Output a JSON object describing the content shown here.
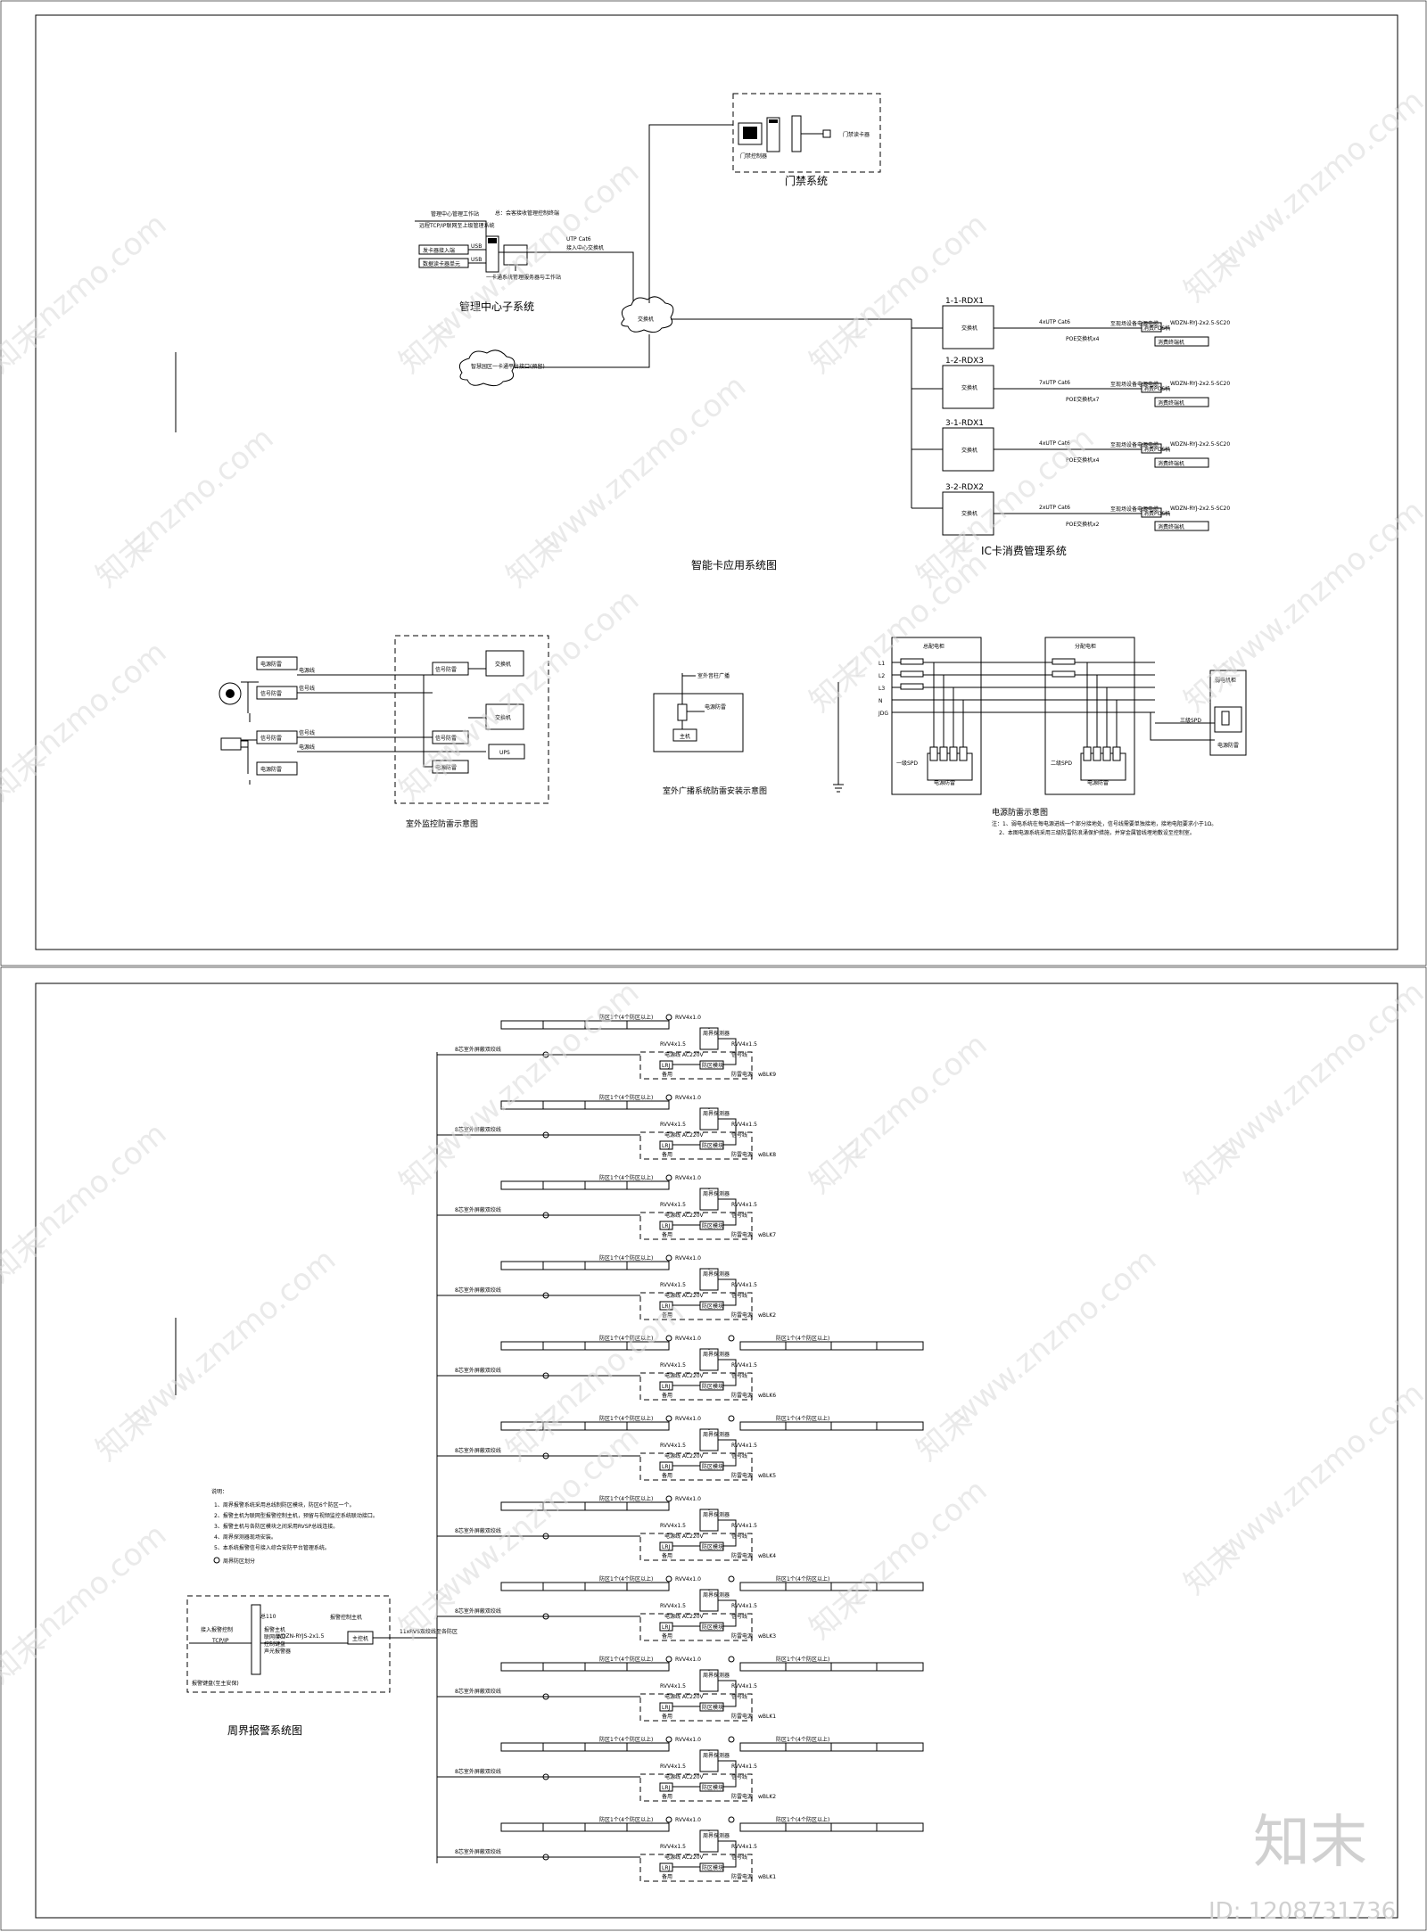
{
  "sheet1": {
    "access_control": {
      "title": "门禁系统",
      "controller_label": "门禁控制器",
      "reader_label": "门禁读卡器"
    },
    "management": {
      "title": "管理中心子系统",
      "inputs": [
        "管理中心管理工作站",
        "远程TCP/IP联网至上级管理系统",
        "发卡器接入端",
        "数据读卡器单元"
      ],
      "usb": [
        "USB",
        "USB"
      ],
      "server_note": "总：会客接收管理控制终端",
      "screen_note": "一卡通系统管理服务器与工作站",
      "link": "UTP Cat6",
      "link_note": "接入中心交换机"
    },
    "switch_label": "交换机",
    "cloud_label": "智慧园区一卡通平台接口(预留)",
    "ic_system": {
      "title": "IC卡消费管理系统",
      "nodes": [
        {
          "id": "1-1-RDX1",
          "switch": "交换机",
          "link": "4xUTP Cat6",
          "poe": "POE交换机x4",
          "terminal": "消费POS机",
          "spec": "WDZN-RYJ-2x2.5-SC20",
          "cable": "至现场设备电源电缆",
          "device": "消费终端机"
        },
        {
          "id": "1-2-RDX3",
          "switch": "交换机",
          "link": "7xUTP Cat6",
          "poe": "POE交换机x7",
          "terminal": "消费POS机",
          "spec": "WDZN-RYJ-2x2.5-SC20",
          "cable": "至现场设备电源电缆",
          "device": "消费终端机"
        },
        {
          "id": "3-1-RDX1",
          "switch": "交换机",
          "link": "4xUTP Cat6",
          "poe": "POE交换机x4",
          "terminal": "消费POS机",
          "spec": "WDZN-RYJ-2x2.5-SC20",
          "cable": "至现场设备电源电缆",
          "device": "消费终端机"
        },
        {
          "id": "3-2-RDX2",
          "switch": "交换机",
          "link": "2xUTP Cat6",
          "poe": "POE交换机x2",
          "terminal": "消费POS机",
          "spec": "WDZN-RYJ-2x2.5-SC20",
          "cable": "至现场设备电源电缆",
          "device": "消费终端机"
        }
      ]
    },
    "main_title": "智能卡应用系统图",
    "surveillance": {
      "title": "室外监控防雷示意图",
      "boxes": [
        "电源防雷",
        "信号防雷",
        "信号防雷",
        "电源防雷"
      ],
      "lines": [
        "电源线",
        "信号线",
        "信号线",
        "电源线"
      ],
      "inner": [
        "信号防雷",
        "信号防雷",
        "电源防雷"
      ],
      "devices": [
        "交换机",
        "交换机",
        "UPS"
      ]
    },
    "broadcast": {
      "title": "室外广播系统防雷安装示意图",
      "speaker": "室外音柱广播",
      "spd": "电源防雷",
      "host": "主机"
    },
    "power": {
      "title": "电源防雷示意图",
      "notes": [
        "注：1、弱电系统在每电源进线一个部分接地处，信号线需要单独接地，接地电阻要求小于1Ω。",
        "2、本图电源系统采用三级防雷防浪涌保护措施，并穿金属管线埋地敷设至控制室。"
      ],
      "lines": [
        "L1",
        "L2",
        "L3",
        "N",
        "JDG"
      ],
      "main_cabinet": "总配电柜",
      "sub_cabinet": "分配电柜",
      "weak_cabinet": "弱电机柜",
      "spd1": "一级SPD",
      "spd2": "二级SPD",
      "spd3": "三级SPD",
      "spd_box": "电源防雷"
    }
  },
  "sheet2": {
    "title": "周界报警系统图",
    "trunk": "11xRVS双绞线至各防区",
    "branch": "8芯室外屏蔽双绞线",
    "notes_title": "说明：",
    "notes": [
      "1、周界报警系统采用总线制防区模块，防区6个防区一个。",
      "2、报警主机为联网型报警控制主机，预留与视频监控系统联动接口。",
      "3、报警主机与各防区模块之间采用RVSP总线连接。",
      "4、周界探测器现场安装。",
      "5、本系统报警信号接入综合安防平台管理系统。"
    ],
    "legend": "周界防区划分",
    "host_box": {
      "upper": "总110",
      "inputs": [
        "报警主机",
        "联网接口",
        "控制键盘",
        "声光报警器"
      ],
      "cable": "WDZN-RYJS-2x1.5",
      "module": "报警控制主机",
      "output": "主控机",
      "label1": "接入报警控制",
      "label2": "TCP/IP",
      "keypad": "报警键盘(至主安保)"
    },
    "zone_unit": {
      "rvv": "RVV4x1.0",
      "rvv2": "RVV4x1.5",
      "zone_label": "防区1个(4个防区以上)",
      "detector": "周界探测器",
      "spd": "防雷电源",
      "power": "电源线 AC220V",
      "psu": "LRJ",
      "cable": "信号线",
      "module": "防区模块",
      "reserved": "备用"
    },
    "zones": [
      "wBLK9",
      "wBLK8",
      "wBLK7",
      "wBLK2",
      "wBLK6",
      "wBLK5",
      "wBLK4",
      "wBLK3",
      "wBLK1",
      "wBLK2",
      "wBLK1"
    ]
  },
  "watermark": {
    "site": "znzmo.com",
    "site_www": "www.znzmo.com",
    "brand": "知末"
  },
  "footer": {
    "brand": "知末",
    "id": "ID: 1208731736"
  }
}
